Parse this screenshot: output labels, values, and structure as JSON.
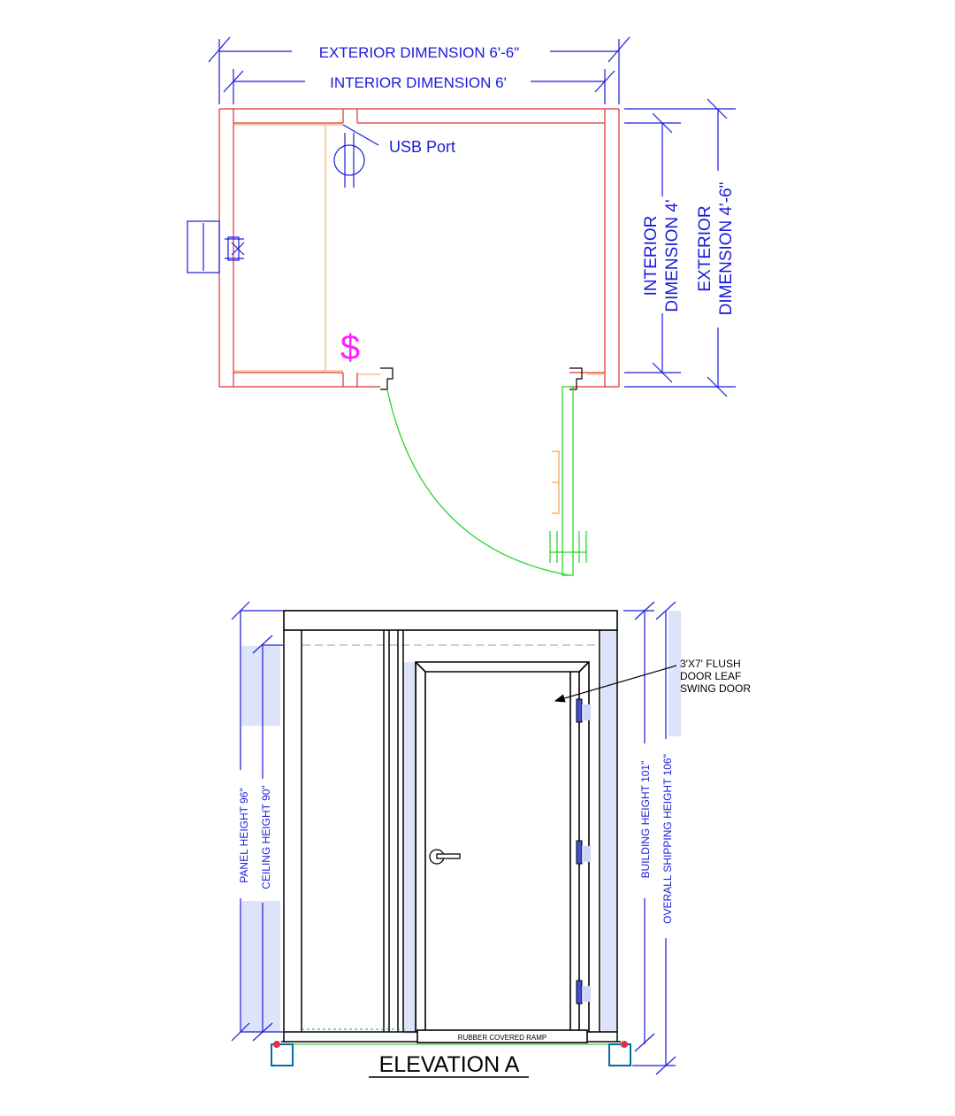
{
  "plan": {
    "exterior_width": "EXTERIOR DIMENSION 6'-6\"",
    "interior_width": "INTERIOR DIMENSION 6'",
    "usb_label": "USB Port",
    "interior_depth_line1": "INTERIOR",
    "interior_depth_line2": "DIMENSION 4'",
    "exterior_depth_line1": "EXTERIOR",
    "exterior_depth_line2": "DIMENSION 4'-6\"",
    "outlet_symbol": "$"
  },
  "elevation": {
    "title": "ELEVATION A",
    "panel_height": "PANEL HEIGHT 96\"",
    "ceiling_height": "CEILING HEIGHT 90\"",
    "building_height": "BUILDING HEIGHT 101\"",
    "shipping_height": "OVERALL SHIPPING HEIGHT 106\"",
    "door_note_line1": "3'X7' FLUSH",
    "door_note_line2": "DOOR LEAF",
    "door_note_line3": "SWING DOOR",
    "ramp_label": "RUBBER COVERED RAMP"
  },
  "colors": {
    "dimension": "#1a1adc",
    "wall": "#e03030",
    "inner_wall": "#f0a050",
    "door": "#20d020",
    "usb": "#1a1adc",
    "outlet": "#ff20ff",
    "highlight": "#dde3f8"
  }
}
